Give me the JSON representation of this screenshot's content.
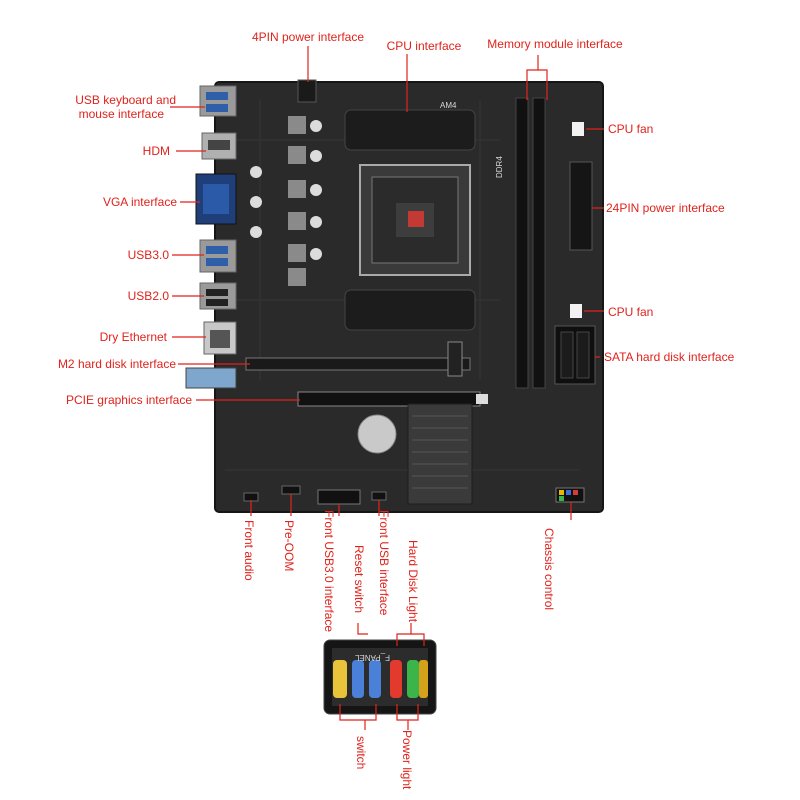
{
  "labels": {
    "pin4_power": "4PIN power interface",
    "cpu_interface": "CPU interface",
    "memory_module": "Memory module interface",
    "usb_keyboard_line1": "USB keyboard and",
    "usb_keyboard_line2": "mouse interface",
    "hdm": "HDM",
    "vga": "VGA interface",
    "usb30": "USB3.0",
    "usb20": "USB2.0",
    "dry_ethernet": "Dry Ethernet",
    "m2_disk": "M2 hard disk interface",
    "pcie": "PCIE graphics interface",
    "cpu_fan_top": "CPU fan",
    "pin24_power": "24PIN power interface",
    "cpu_fan_bottom": "CPU fan",
    "sata": "SATA hard disk interface",
    "front_audio": "Front audio",
    "pre_oom": "Pre-OOM",
    "front_usb30": "Front USB3.0 interface",
    "front_usb": "Front USB interface",
    "reset_switch": "Reset switch",
    "hdd_light": "Hard Disk Light",
    "chassis_control": "Chassis control",
    "switch": "switch",
    "power_light": "Power light"
  },
  "board_markings": {
    "socket": "AM4",
    "memory": "DDR4",
    "panel": "F_PANEL"
  },
  "colors": {
    "label_red": "#e0231c",
    "pcb": "#2a2a2a",
    "heatsink": "#3a3a3a"
  }
}
